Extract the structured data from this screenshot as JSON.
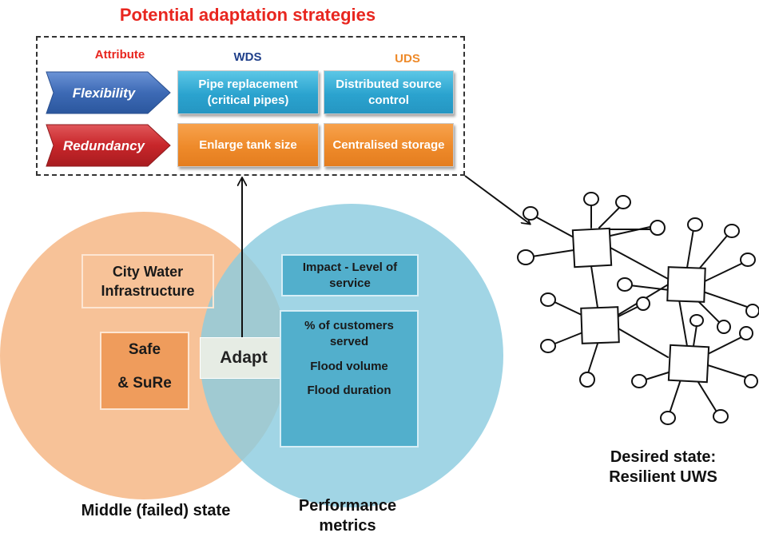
{
  "title": "Potential adaptation strategies",
  "table": {
    "headers": {
      "attribute": "Attribute",
      "wds": "WDS",
      "uds": "UDS"
    },
    "rows": [
      {
        "attribute": "Flexibility",
        "wds": "Pipe replacement (critical pipes)",
        "uds": "Distributed source control"
      },
      {
        "attribute": "Redundancy",
        "wds": "Enlarge tank size",
        "uds": "Centralised storage"
      }
    ]
  },
  "venn": {
    "left_box": "City Water Infrastructure",
    "left_inner_line1": "Safe",
    "left_inner_line2": "& SuRe",
    "center_label": "Adapt",
    "right_box": "Impact - Level of service",
    "metrics": [
      "% of customers served",
      "Flood volume",
      "Flood duration"
    ],
    "left_caption": "Middle (failed) state",
    "right_caption": "Performance metrics"
  },
  "network_caption": "Desired state: Resilient UWS",
  "colors": {
    "title": "#e8261f",
    "attribute_header": "#e8261f",
    "wds_header": "#1f3f8a",
    "uds_header": "#ee8a2a",
    "flexibility_arrow": "#3d6ab5",
    "redundancy_arrow": "#c8262a",
    "left_circle": "#f6b98a",
    "right_circle": "#8cccdf",
    "cell_blue": "#2ba3cf",
    "cell_orange": "#ee8a2a"
  }
}
